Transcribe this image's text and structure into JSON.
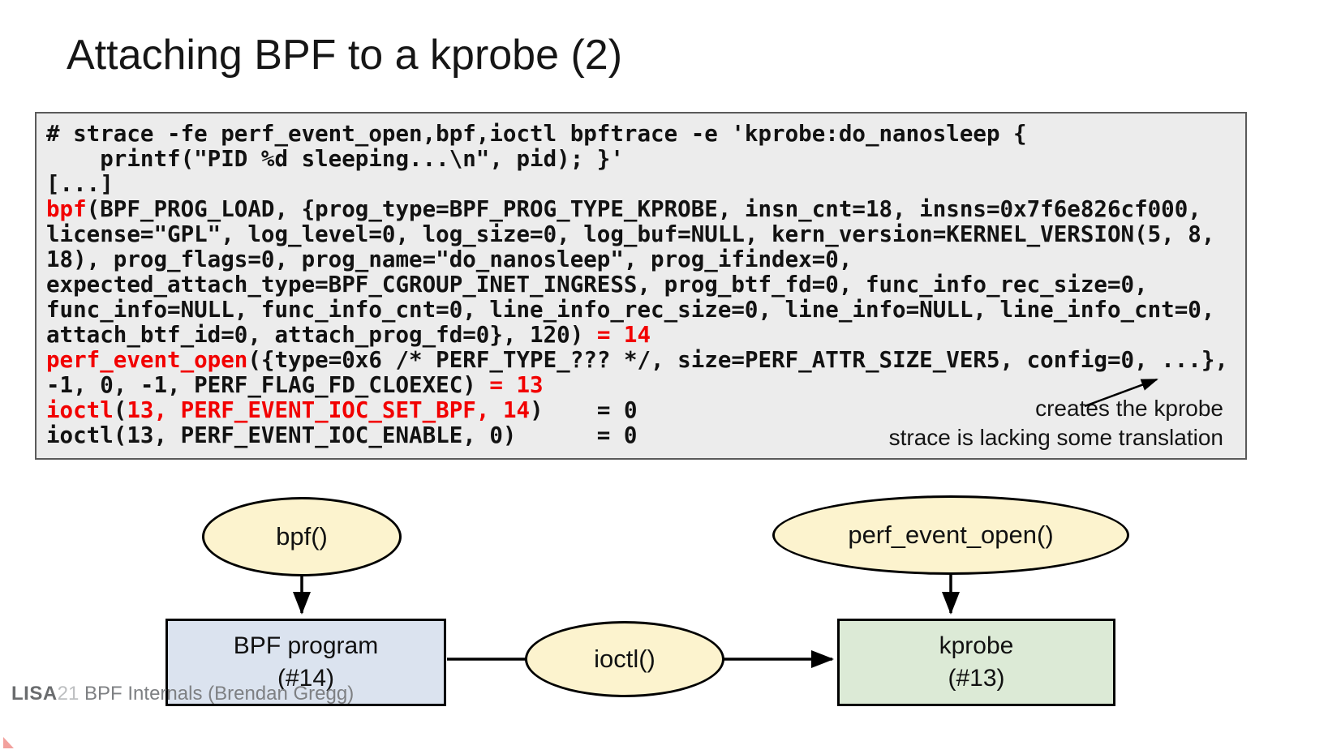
{
  "slide": {
    "title": "Attaching BPF to a kprobe (2)",
    "footer": {
      "brand": "LISA",
      "year": "21",
      "text": " BPF Internals (Brendan Gregg)"
    }
  },
  "terminal": {
    "lines": [
      [
        {
          "t": "# strace -fe perf_event_open,bpf,ioctl bpftrace -e 'kprobe:do_nanosleep {"
        }
      ],
      [
        {
          "t": "    printf(\"PID %d sleeping...\\n\", pid); }'"
        }
      ],
      [
        {
          "t": "[...]"
        }
      ],
      [
        {
          "t": "bpf",
          "c": "red"
        },
        {
          "t": "(BPF_PROG_LOAD, {prog_type=BPF_PROG_TYPE_KPROBE, insn_cnt=18, insns=0x7f6e826cf000,"
        }
      ],
      [
        {
          "t": "license=\"GPL\", log_level=0, log_size=0, log_buf=NULL, kern_version=KERNEL_VERSION(5, 8,"
        }
      ],
      [
        {
          "t": "18), prog_flags=0, prog_name=\"do_nanosleep\", prog_ifindex=0,"
        }
      ],
      [
        {
          "t": "expected_attach_type=BPF_CGROUP_INET_INGRESS, prog_btf_fd=0, func_info_rec_size=0,"
        }
      ],
      [
        {
          "t": "func_info=NULL, func_info_cnt=0, line_info_rec_size=0, line_info=NULL, line_info_cnt=0,"
        }
      ],
      [
        {
          "t": "attach_btf_id=0, attach_prog_fd=0}, 120) "
        },
        {
          "t": "= 14",
          "c": "red"
        }
      ],
      [
        {
          "t": "perf_event_open",
          "c": "red"
        },
        {
          "t": "({type=0x6 /* PERF_TYPE_??? */, size=PERF_ATTR_SIZE_VER5, config=0, ...},"
        }
      ],
      [
        {
          "t": "-1, 0, -1, PERF_FLAG_FD_CLOEXEC) "
        },
        {
          "t": "= 13",
          "c": "red"
        }
      ],
      [
        {
          "t": "ioctl",
          "c": "red"
        },
        {
          "t": "("
        },
        {
          "t": "13, PERF_EVENT_IOC_SET_BPF, 14",
          "c": "red"
        },
        {
          "t": ")    = 0"
        }
      ],
      [
        {
          "t": "ioctl(13, PERF_EVENT_IOC_ENABLE, 0)      = 0"
        }
      ]
    ]
  },
  "annotations": {
    "line1": "creates the kprobe",
    "line2": "strace is lacking some translation"
  },
  "diagram": {
    "nodes": [
      {
        "id": "bpf-syscall",
        "label": "bpf()",
        "shape": "ellipse"
      },
      {
        "id": "perf-event-open-syscall",
        "label": "perf_event_open()",
        "shape": "ellipse"
      },
      {
        "id": "ioctl-syscall",
        "label": "ioctl()",
        "shape": "ellipse"
      },
      {
        "id": "bpf-program",
        "label": "BPF program",
        "sub": "(#14)",
        "shape": "rect"
      },
      {
        "id": "kprobe",
        "label": "kprobe",
        "sub": "(#13)",
        "shape": "rect"
      }
    ]
  },
  "colors": {
    "highlight_red": "#f20000",
    "terminal_bg": "#ececec",
    "syscall_ellipse_fill": "#fcf3ce",
    "bpf_program_fill": "#dbe3ef",
    "kprobe_fill": "#dcead6"
  }
}
